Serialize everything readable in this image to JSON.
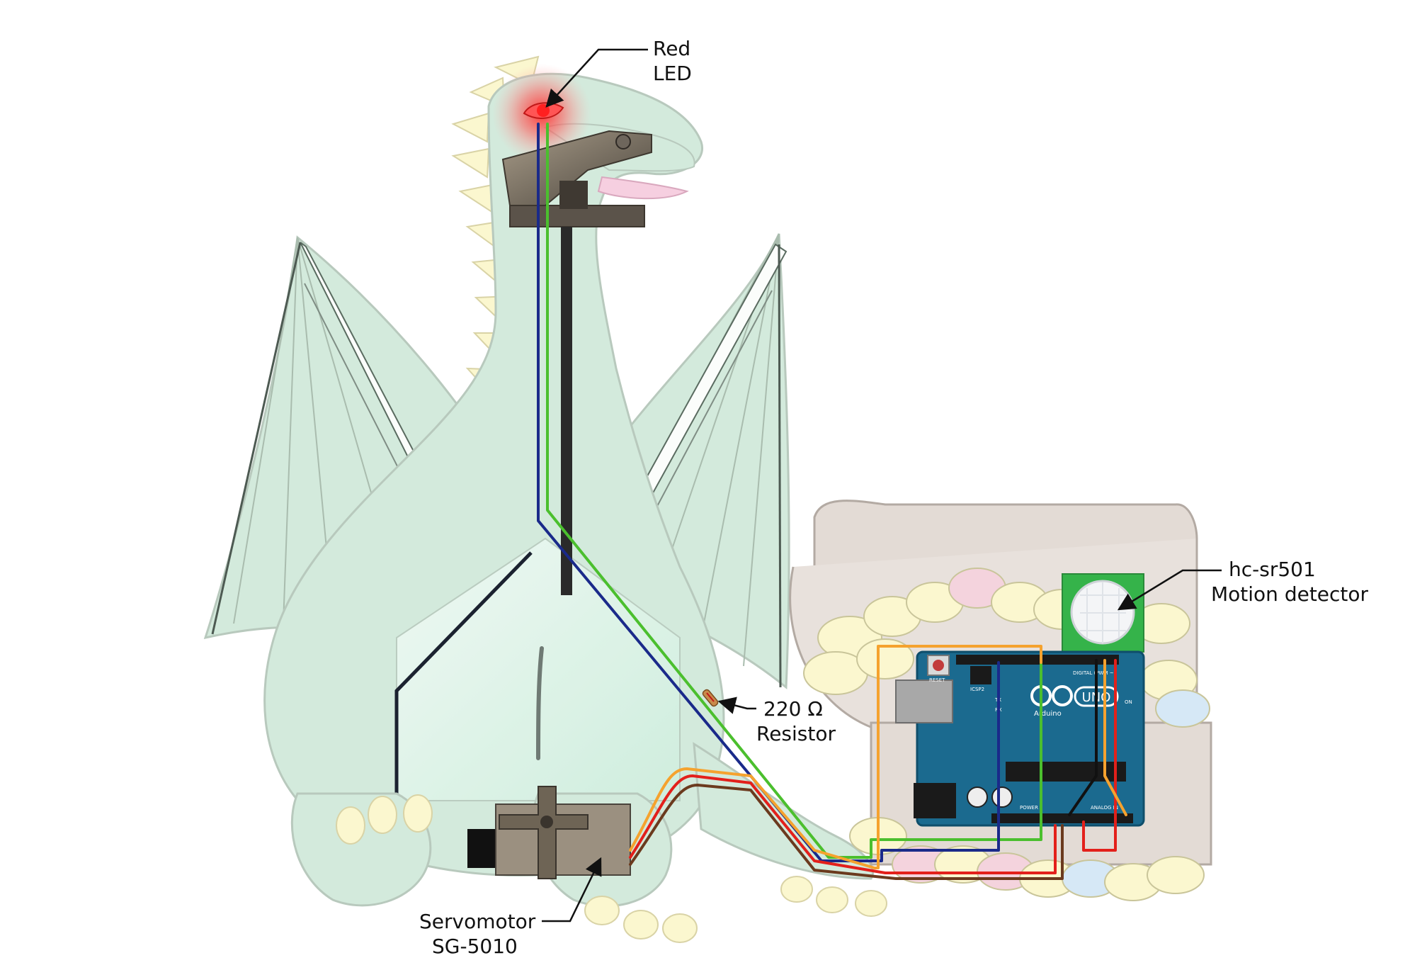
{
  "labels": {
    "led": [
      "Red",
      "LED"
    ],
    "resistor": [
      "220 Ω",
      "Resistor"
    ],
    "motion": [
      "hc-sr501",
      "Motion detector"
    ],
    "servo": [
      "Servomotor",
      "SG-5010"
    ]
  },
  "board": {
    "brand": "UNO",
    "maker": "Arduino",
    "reset": "RESET",
    "icsp": "ICSP2",
    "digital": "DIGITAL (PWM ~)",
    "power": "POWER",
    "analog": "ANALOG IN",
    "on": "ON",
    "tx": "TX",
    "rx": "RX"
  },
  "colors": {
    "dragon_body": "#d3eadc",
    "dragon_outline": "#b8c9bd",
    "spikes": "#fbf7cf",
    "chest": "#e3dbd5",
    "board": "#1b6a8f",
    "sensor_board": "#35b34a",
    "wire_blue": "#1a2a8a",
    "wire_green": "#4bbf2e",
    "wire_orange": "#f5a22e",
    "wire_red": "#e3201b",
    "wire_brown": "#6b3a1e",
    "wire_black": "#111111",
    "led_glow": "#ff3b3b"
  }
}
